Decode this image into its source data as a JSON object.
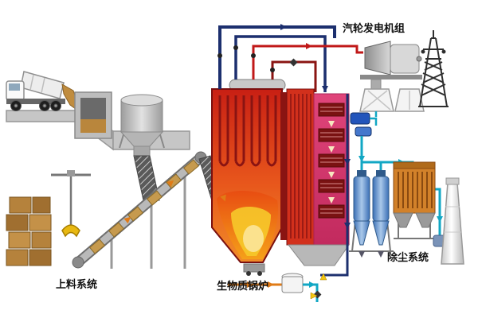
{
  "diagram": {
    "labels": {
      "turbine_unit": "汽轮发电机组",
      "feeding_system": "上料系统",
      "biomass_boiler": "生物质锅炉",
      "dust_removal": "除尘系统"
    },
    "colors": {
      "furnace_red": "#d2301c",
      "convection_pink": "#dd4078",
      "tube_dark_red": "#8a1412",
      "pipe_navy": "#1c2f6e",
      "pipe_red": "#c01818",
      "pipe_crimson": "#8a1412",
      "duct_cyan": "#12a7c4",
      "arrow_orange": "#e07b17",
      "filter_orange": "#d2812a",
      "cyclone_blue": "#3a6fb5",
      "bale_tan": "#b5823c",
      "label_color": "#111111"
    },
    "components": [
      "dump-truck",
      "receiving-pit",
      "feed-silo",
      "inclined-conveyor",
      "bale-stack",
      "grab-claw",
      "biomass-boiler",
      "furnace-flame",
      "convection-pass",
      "steam-drum",
      "steam-turbine",
      "generator",
      "condenser",
      "transmission-tower",
      "cyclone-separators",
      "bag-filter",
      "id-fan",
      "chimney",
      "drain-tank"
    ]
  }
}
